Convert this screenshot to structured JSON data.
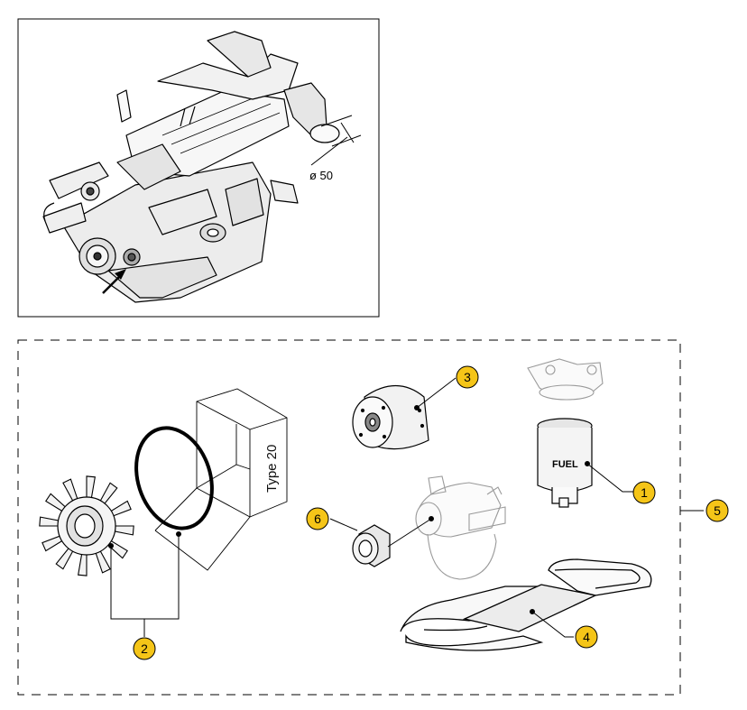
{
  "engine_view": {
    "dimension_label": "ø 50"
  },
  "kit": {
    "callouts": [
      {
        "id": "1",
        "fill": "#F5C518"
      },
      {
        "id": "2",
        "fill": "#F5C518"
      },
      {
        "id": "3",
        "fill": "#F5C518"
      },
      {
        "id": "4",
        "fill": "#F5C518"
      },
      {
        "id": "5",
        "fill": "#F5C518"
      },
      {
        "id": "6",
        "fill": "#F5C518"
      }
    ],
    "box_label": "Type 20",
    "filter_label": "FUEL"
  },
  "colors": {
    "callout_fill": "#F5C518",
    "line": "#000000",
    "light_line": "#9a9a9a"
  }
}
